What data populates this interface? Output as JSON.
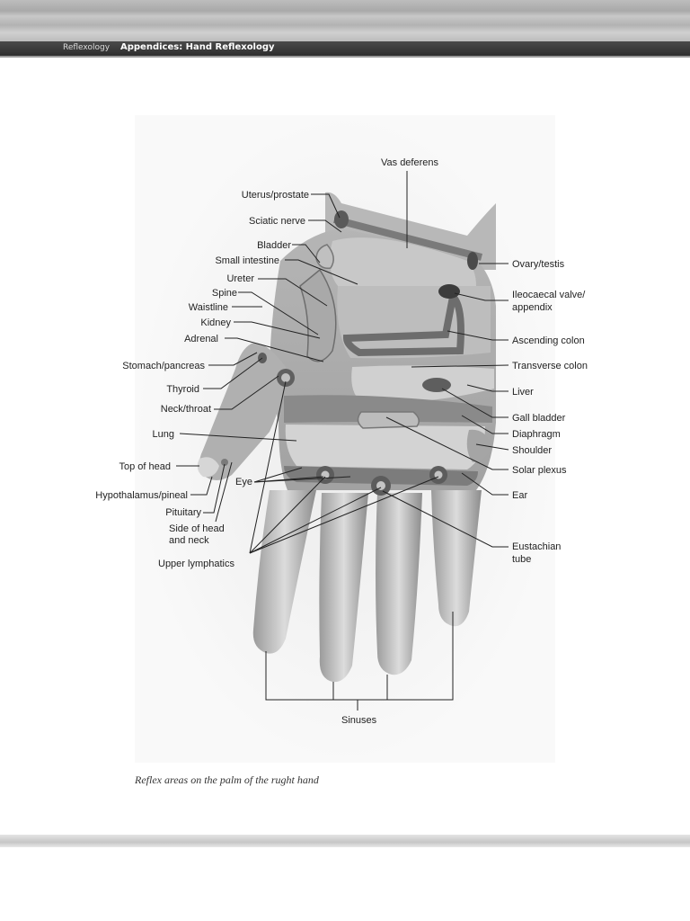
{
  "header": {
    "book": "Reflexology",
    "section": "Appendices: Hand Reflexology"
  },
  "diagram": {
    "labels": {
      "vas_deferens": "Vas deferens",
      "uterus_prostate": "Uterus/prostate",
      "sciatic_nerve": "Sciatic nerve",
      "bladder": "Bladder",
      "small_intestine": "Small intestine",
      "ureter": "Ureter",
      "spine": "Spine",
      "waistline": "Waistline",
      "kidney": "Kidney",
      "adrenal": "Adrenal",
      "stomach_pancreas": "Stomach/pancreas",
      "thyroid": "Thyroid",
      "neck_throat": "Neck/throat",
      "lung": "Lung",
      "top_of_head": "Top of head",
      "hypothalamus_pineal": "Hypothalamus/pineal",
      "pituitary": "Pituitary",
      "side_head_1": "Side of head",
      "side_head_2": "and neck",
      "upper_lymphatics": "Upper lymphatics",
      "eye": "Eye",
      "ovary_testis": "Ovary/testis",
      "ileocaecal_1": "Ileocaecal valve/",
      "ileocaecal_2": "appendix",
      "ascending_colon": "Ascending colon",
      "transverse_colon": "Transverse colon",
      "liver": "Liver",
      "gall_bladder": "Gall bladder",
      "diaphragm": "Diaphragm",
      "shoulder": "Shoulder",
      "solar_plexus": "Solar plexus",
      "ear": "Ear",
      "eustachian_1": "Eustachian",
      "eustachian_2": "tube",
      "sinuses": "Sinuses"
    }
  },
  "caption": "Reflex areas on the palm of the rught hand"
}
